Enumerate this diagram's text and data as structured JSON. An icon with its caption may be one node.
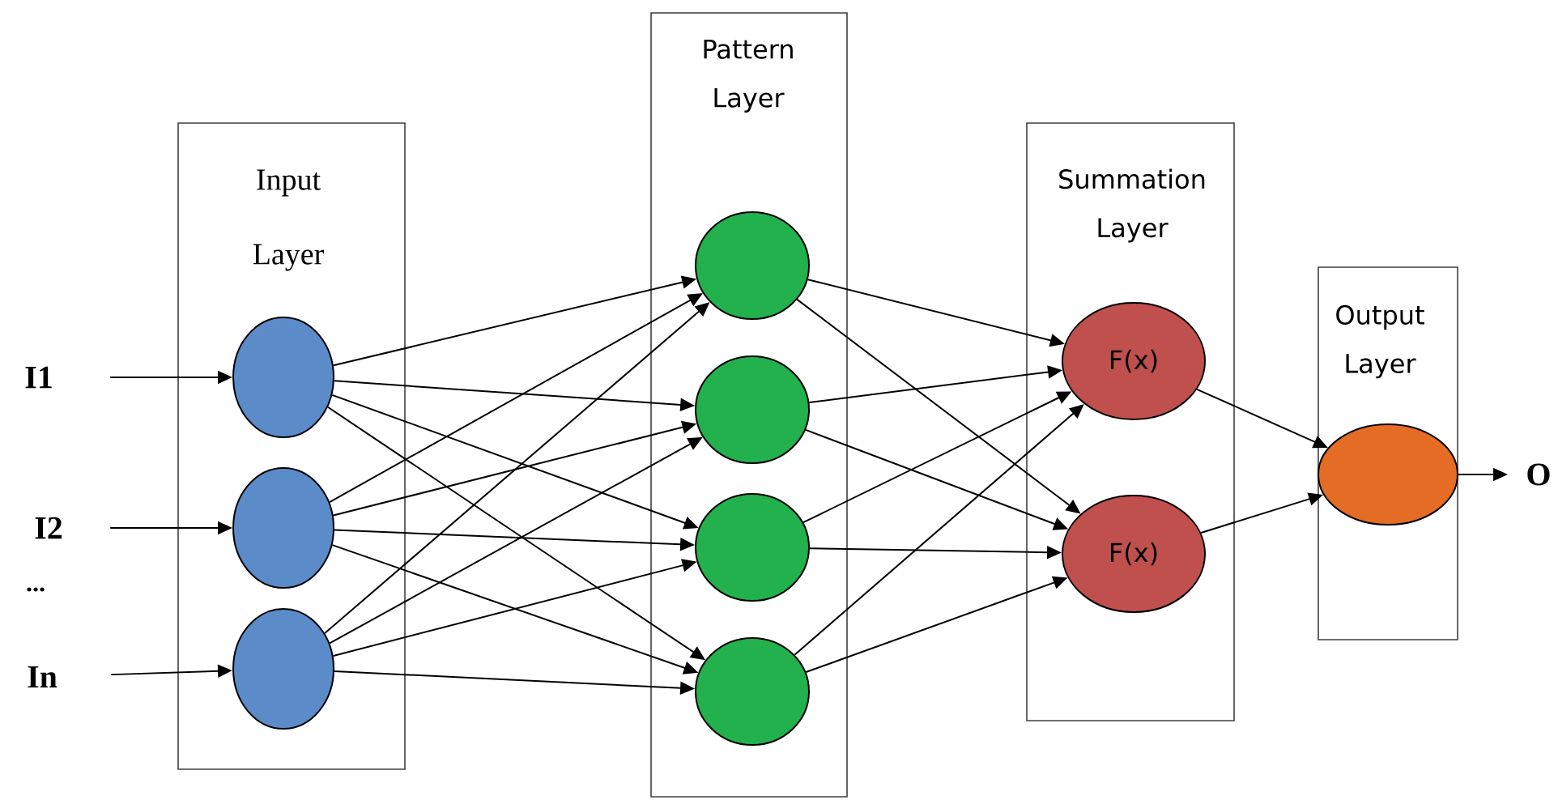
{
  "diagram": {
    "nodes": [
      {
        "text": [
          "Input Layer"
        ]
      },
      {
        "text": [
          "Pattern Layer"
        ]
      },
      {
        "text": [
          "Summation Layer"
        ]
      },
      {
        "text": [
          "Output Layer"
        ]
      },
      {
        "text": [],
        "shape": "circle",
        "in": 0
      },
      {
        "text": [],
        "shape": "circle",
        "in": 0
      },
      {
        "text": [],
        "shape": "circle",
        "in": 0
      },
      {
        "text": [],
        "shape": "circle",
        "in": 1
      },
      {
        "text": [],
        "shape": "circle",
        "in": 1
      },
      {
        "text": [],
        "shape": "circle",
        "in": 1
      },
      {
        "text": [],
        "shape": "circle",
        "in": 1
      },
      {
        "text": [
          "F(x)"
        ],
        "in": 2
      },
      {
        "text": [
          "F(x)"
        ],
        "in": 2
      },
      {
        "text": [],
        "shape": "circle",
        "in": 3
      },
      {
        "text": [
          "I1"
        ]
      },
      {
        "text": [
          "I2"
        ]
      },
      {
        "text": [
          "In"
        ]
      },
      {
        "text": [
          "O"
        ]
      }
    ],
    "edges": [
      {
        "from": 14,
        "to": 4,
        "arrow": "to"
      },
      {
        "from": 15,
        "to": 5,
        "arrow": "to"
      },
      {
        "from": 16,
        "to": 6,
        "arrow": "to"
      },
      {
        "from": 4,
        "to": 7,
        "arrow": "to"
      },
      {
        "from": 4,
        "to": 8,
        "arrow": "to"
      },
      {
        "from": 4,
        "to": 9,
        "arrow": "to"
      },
      {
        "from": 4,
        "to": 10,
        "arrow": "to"
      },
      {
        "from": 5,
        "to": 7,
        "arrow": "to"
      },
      {
        "from": 5,
        "to": 8,
        "arrow": "to"
      },
      {
        "from": 5,
        "to": 9,
        "arrow": "to"
      },
      {
        "from": 5,
        "to": 10,
        "arrow": "to"
      },
      {
        "from": 6,
        "to": 7,
        "arrow": "to"
      },
      {
        "from": 6,
        "to": 8,
        "arrow": "to"
      },
      {
        "from": 6,
        "to": 9,
        "arrow": "to"
      },
      {
        "from": 6,
        "to": 10,
        "arrow": "to"
      },
      {
        "from": 7,
        "to": 11,
        "arrow": "to"
      },
      {
        "from": 7,
        "to": 12,
        "arrow": "to"
      },
      {
        "from": 8,
        "to": 11,
        "arrow": "to"
      },
      {
        "from": 8,
        "to": 12,
        "arrow": "to"
      },
      {
        "from": 9,
        "to": 11,
        "arrow": "to"
      },
      {
        "from": 9,
        "to": 12,
        "arrow": "to"
      },
      {
        "from": 10,
        "to": 11,
        "arrow": "to"
      },
      {
        "from": 10,
        "to": 12,
        "arrow": "to"
      },
      {
        "from": 11,
        "to": 13,
        "arrow": "to"
      },
      {
        "from": 12,
        "to": 13,
        "arrow": "to"
      },
      {
        "from": 13,
        "to": 17,
        "arrow": "to"
      }
    ],
    "labels": [
      "..."
    ]
  }
}
